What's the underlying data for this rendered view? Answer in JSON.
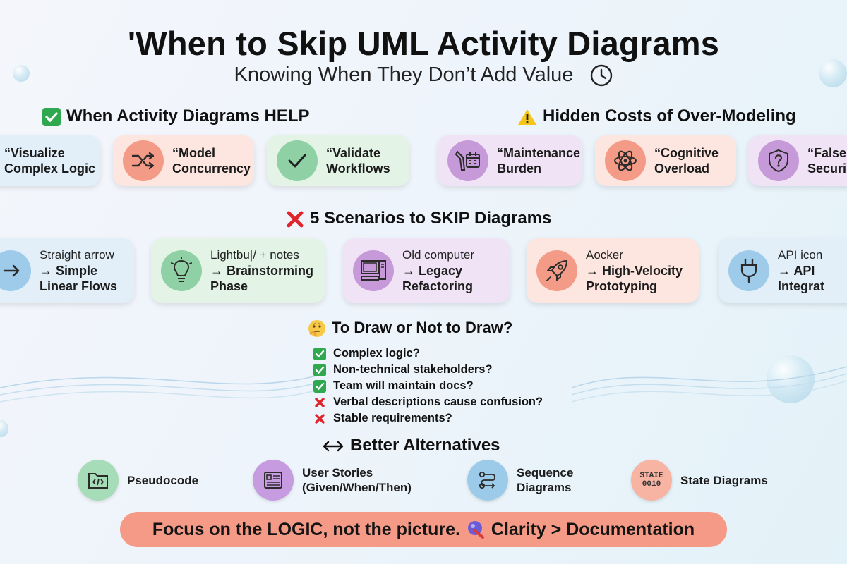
{
  "title": "'When to Skip UML Activity Diagrams",
  "subtitle": "Knowing When They Don’t Add Value",
  "help": {
    "heading": "When Activity Diagrams HELP",
    "cards": [
      {
        "text": "“Visualize Complex Logic"
      },
      {
        "text": "“Model Concurrency"
      },
      {
        "text": "“Validate Workflows"
      }
    ]
  },
  "costs": {
    "heading": "Hidden Costs of Over-Modeling",
    "cards": [
      {
        "text": "“Maintenance Burden"
      },
      {
        "text": "“Cognitive Overload"
      },
      {
        "text": "“False Securi"
      }
    ]
  },
  "skip": {
    "heading": "5 Scenarios to SKIP Diagrams",
    "cards": [
      {
        "label": "Straight arrow",
        "text": "→ Simple Linear Flows"
      },
      {
        "label": "Lightbu|/ + notes",
        "text": "→ Brainstorming Phase"
      },
      {
        "label": "Old computer",
        "text": "→ Legacy Refactoring"
      },
      {
        "label": "Aocker",
        "text": "→ High-Velocity Prototyping"
      },
      {
        "label": "API icon",
        "text": "→ API Integrat"
      }
    ]
  },
  "decide": {
    "heading": "To Draw or Not to Draw?",
    "items": [
      {
        "text": "Complex logic?",
        "ok": true
      },
      {
        "text": "Non-technical stakeholders?",
        "ok": true
      },
      {
        "text": "Team will maintain docs?",
        "ok": true
      },
      {
        "text": "Verbal descriptions cause confusion?",
        "ok": false
      },
      {
        "text": "Stable requirements?",
        "ok": false
      }
    ]
  },
  "alternatives": {
    "heading": "Better Alternatives",
    "items": [
      {
        "text": "Pseudocode",
        "icon_label": ""
      },
      {
        "text": "User Stories (Given/When/Then)",
        "icon_label": ""
      },
      {
        "text": "Sequence Diagrams",
        "icon_label": ""
      },
      {
        "text": "State Diagrams",
        "icon_label": "STAIE 0010"
      }
    ]
  },
  "banner": {
    "left": "Focus on the LOGIC, not the picture.",
    "right": "Clarity > Documentation"
  },
  "colors": {
    "blue": "#9fcbea",
    "pink": "#f39b86",
    "green": "#8fd1a4",
    "lavender": "#c69ad8",
    "banner": "#f59a86"
  }
}
